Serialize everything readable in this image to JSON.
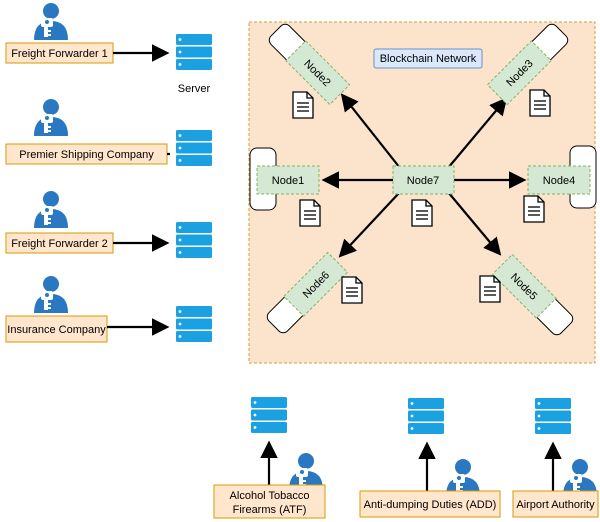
{
  "network": {
    "title": "Blockchain Network",
    "nodes": [
      "Node1",
      "Node2",
      "Node3",
      "Node4",
      "Node5",
      "Node6",
      "Node7"
    ]
  },
  "server_label": "Server",
  "participants": [
    {
      "label": "Freight Forwarder 1"
    },
    {
      "label": "Premier Shipping Company"
    },
    {
      "label": "Freight Forwarder 2"
    },
    {
      "label": "Insurance Company"
    }
  ],
  "authorities": [
    {
      "line1": "Alcohol Tobacco",
      "line2": "Firearms (ATF)"
    },
    {
      "line1": "Anti-dumping Duties (ADD)"
    },
    {
      "line1": "Airport Authority"
    }
  ],
  "colors": {
    "network_fill": "#fce4cc",
    "network_border": "#d79b3e",
    "node_fill": "#d5e8d4",
    "node_border": "#82b366",
    "label_fill": "#ffe6cc",
    "label_border": "#d79b00",
    "title_fill": "#dae8fc",
    "title_border": "#6c8ebf",
    "server": "#1ba1e2",
    "user": "#2b78c2"
  },
  "icons": [
    "user-icon",
    "server-icon",
    "document-icon",
    "key-icon"
  ]
}
